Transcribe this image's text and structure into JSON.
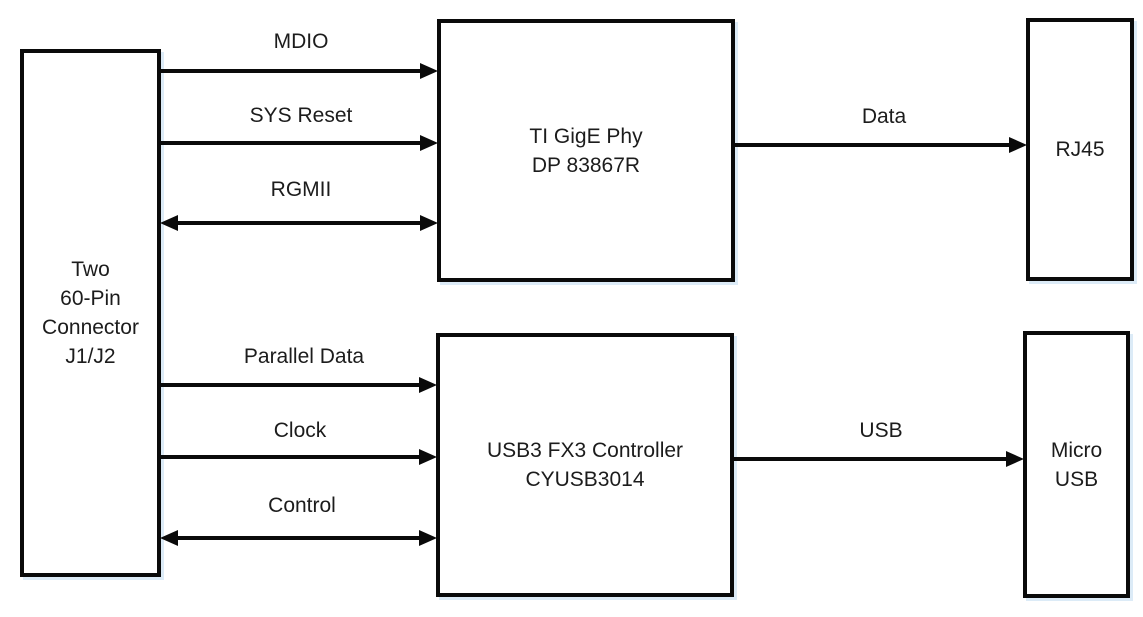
{
  "diagram": {
    "background": "#ffffff",
    "line_color": "#0a0a0a",
    "text_color": "#1c1c1c",
    "shadow_color": "#dcebf7"
  },
  "boxes": {
    "connector": {
      "text": "Two\n60-Pin\nConnector\nJ1/J2"
    },
    "phy": {
      "text": "TI GigE Phy\nDP 83867R"
    },
    "rj45": {
      "text": "RJ45"
    },
    "fx3": {
      "text": "USB3 FX3 Controller\nCYUSB3014"
    },
    "micro_usb": {
      "text": "Micro\nUSB"
    }
  },
  "arrows": {
    "mdio": {
      "label": "MDIO",
      "direction": "left-to-right"
    },
    "sys_reset": {
      "label": "SYS Reset",
      "direction": "left-to-right"
    },
    "rgmii": {
      "label": "RGMII",
      "direction": "bidirectional"
    },
    "parallel_data": {
      "label": "Parallel Data",
      "direction": "left-to-right"
    },
    "clock": {
      "label": "Clock",
      "direction": "left-to-right"
    },
    "control": {
      "label": "Control",
      "direction": "bidirectional"
    },
    "data": {
      "label": "Data",
      "direction": "left-to-right"
    },
    "usb": {
      "label": "USB",
      "direction": "left-to-right"
    }
  }
}
